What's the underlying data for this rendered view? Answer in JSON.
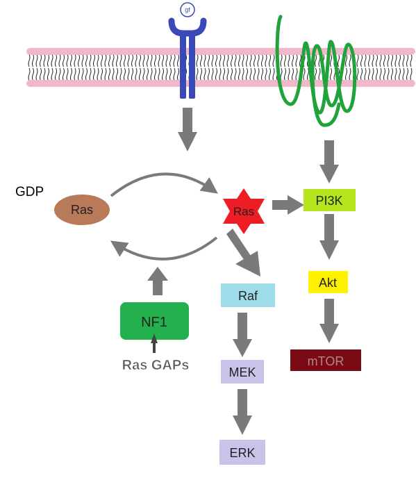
{
  "receptor": {
    "ligand_label": "gf"
  },
  "labels": {
    "gdp": "GDP",
    "ras_inactive": "Ras",
    "ras_active": "Ras",
    "nf1": "NF1",
    "ras_gaps": "Ras GAPs",
    "raf": "Raf",
    "mek": "MEK",
    "erk": "ERK",
    "pi3k": "PI3K",
    "akt": "Akt",
    "mtor": "mTOR"
  },
  "colors": {
    "membrane_head": "#f0b8c8",
    "membrane_tail": "#222222",
    "rtk": "#3a49b8",
    "gpcr": "#1fa33a",
    "arrow": "#7a7a7a",
    "ras_inactive": "#b97a5a",
    "ras_active": "#ee1c24",
    "nf1": "#22b14c",
    "raf": "#9fdcea",
    "mek": "#c9c3ea",
    "erk": "#c9c3ea",
    "pi3k": "#b5e61d",
    "akt": "#fff200",
    "mtor": "#7a0a14"
  }
}
